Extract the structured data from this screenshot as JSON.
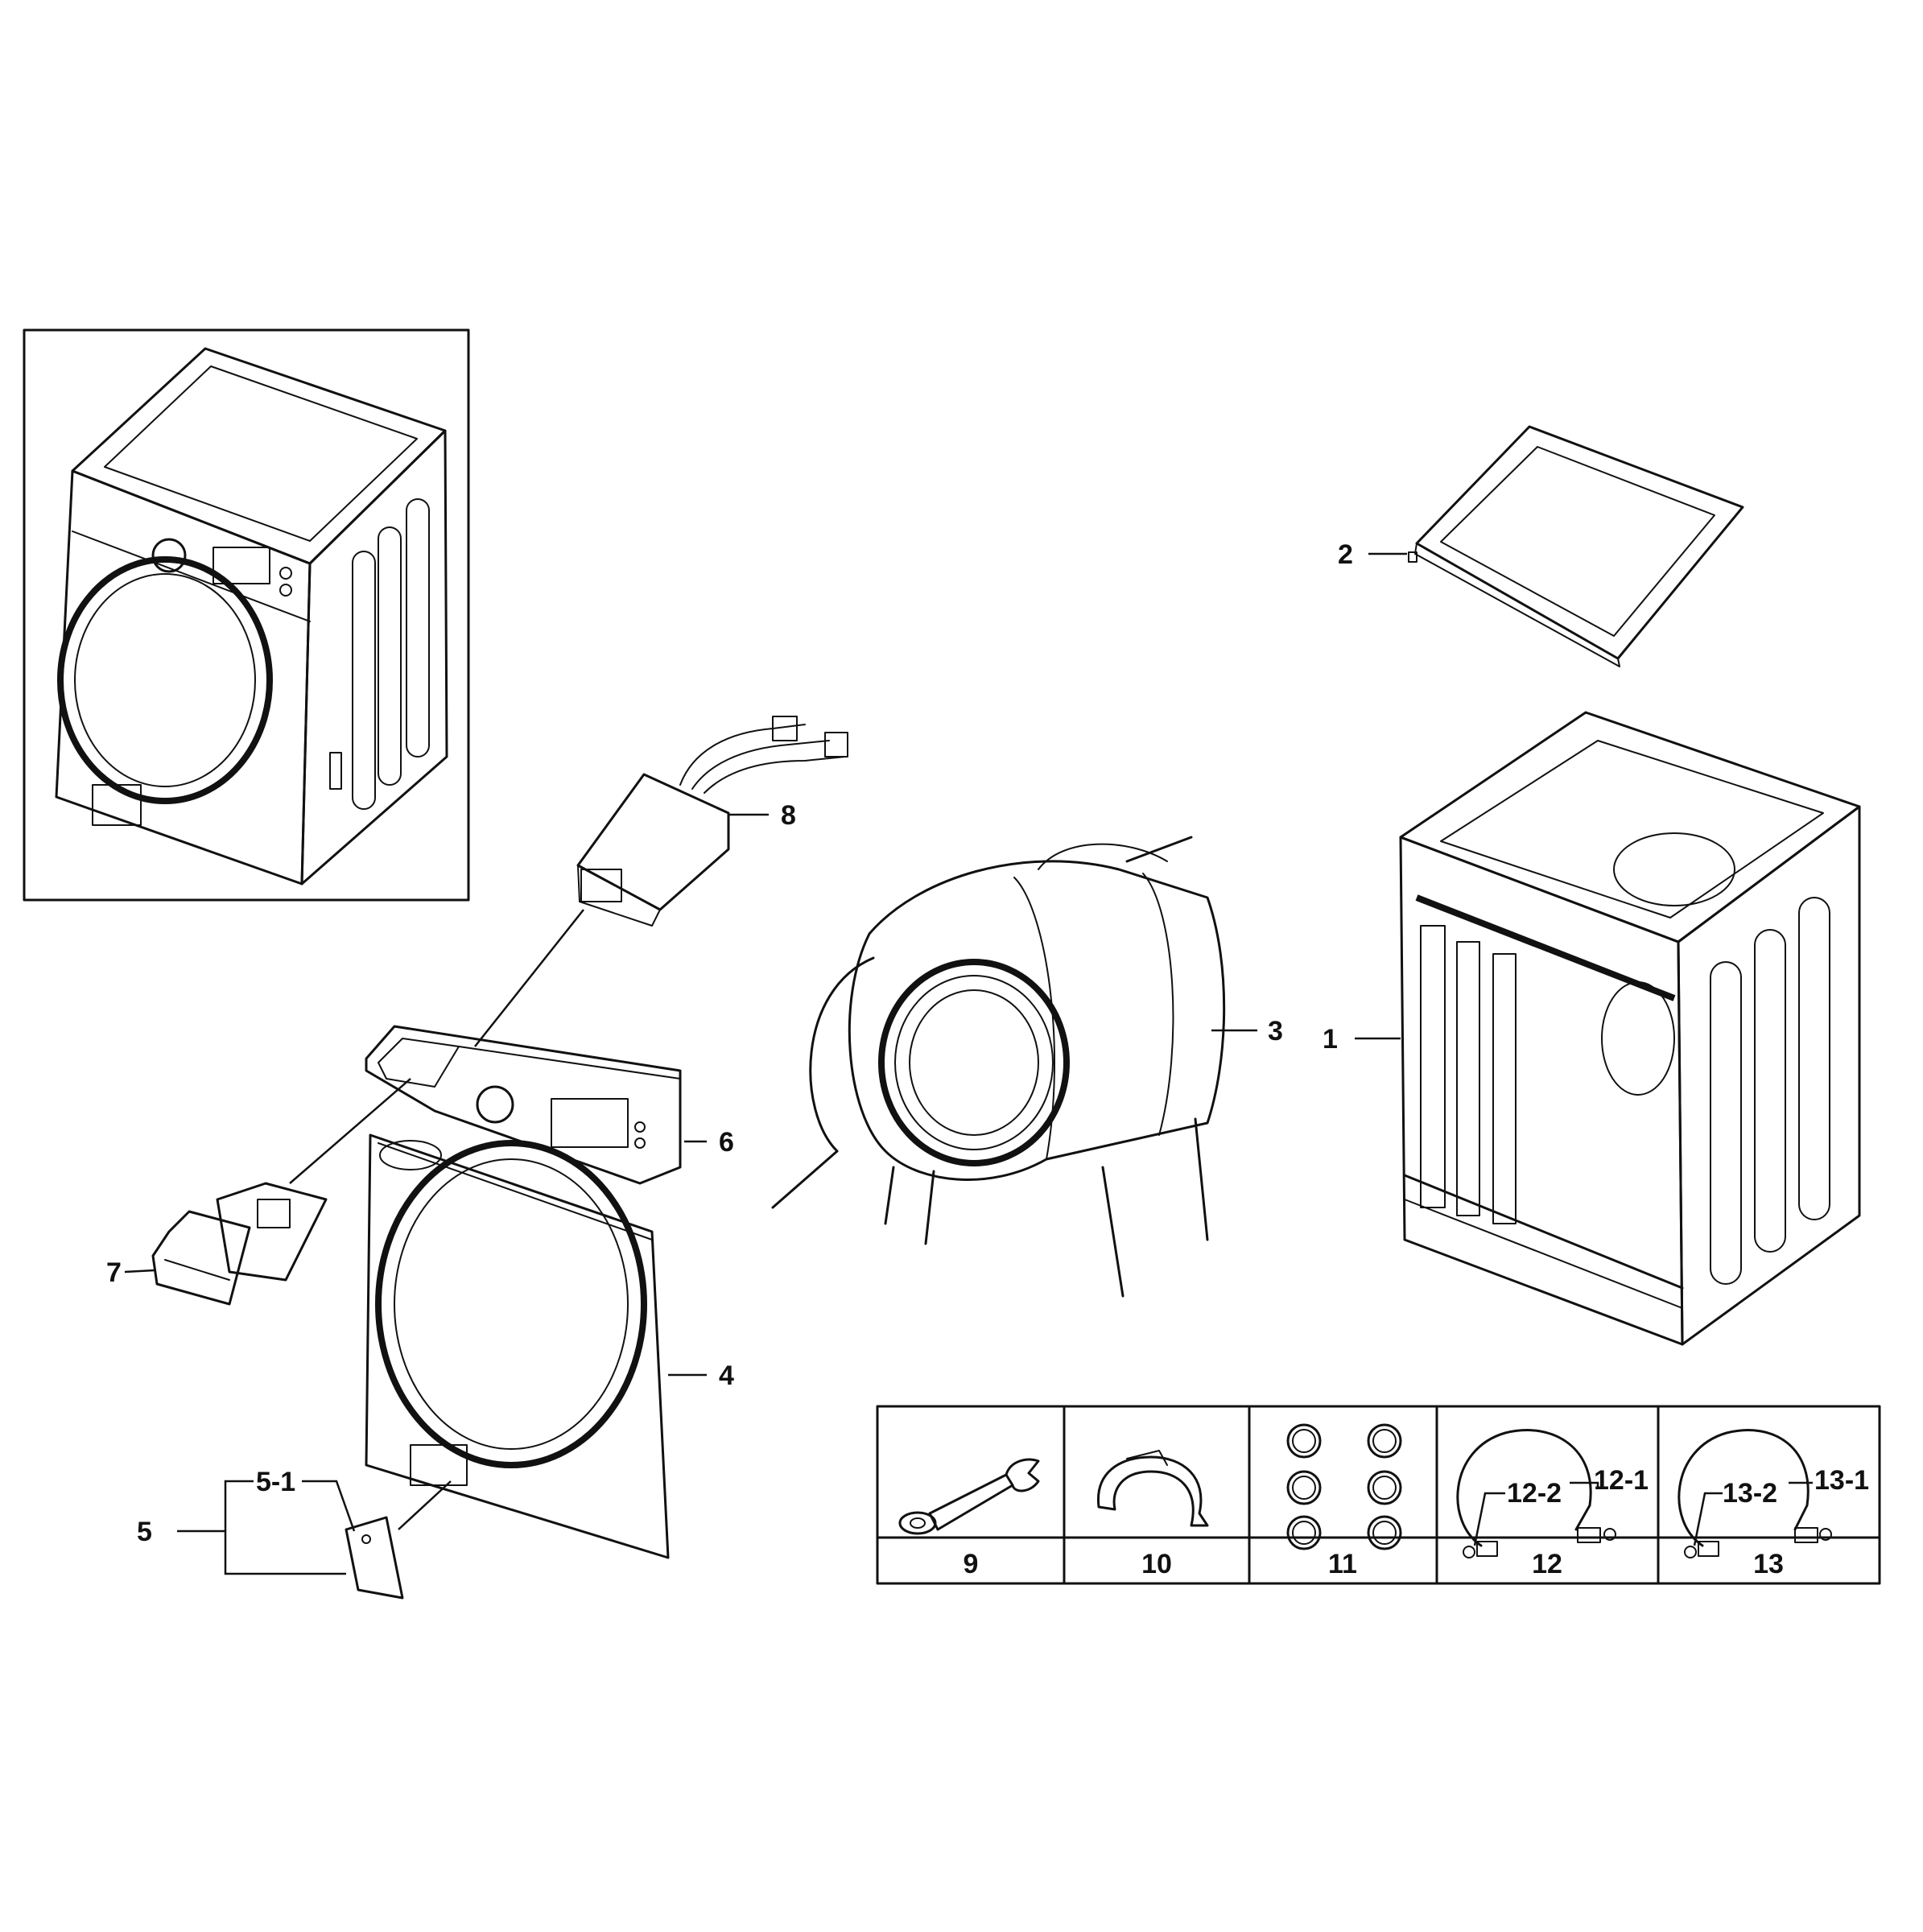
{
  "callouts": {
    "c1": "1",
    "c2": "2",
    "c3": "3",
    "c4": "4",
    "c5": "5",
    "c5_1": "5-1",
    "c6": "6",
    "c7": "7",
    "c8": "8",
    "c12_1": "12-1",
    "c12_2": "12-2",
    "c13_1": "13-1",
    "c13_2": "13-2"
  },
  "accessory_table": {
    "cells": [
      "9",
      "10",
      "11",
      "12",
      "13"
    ]
  }
}
